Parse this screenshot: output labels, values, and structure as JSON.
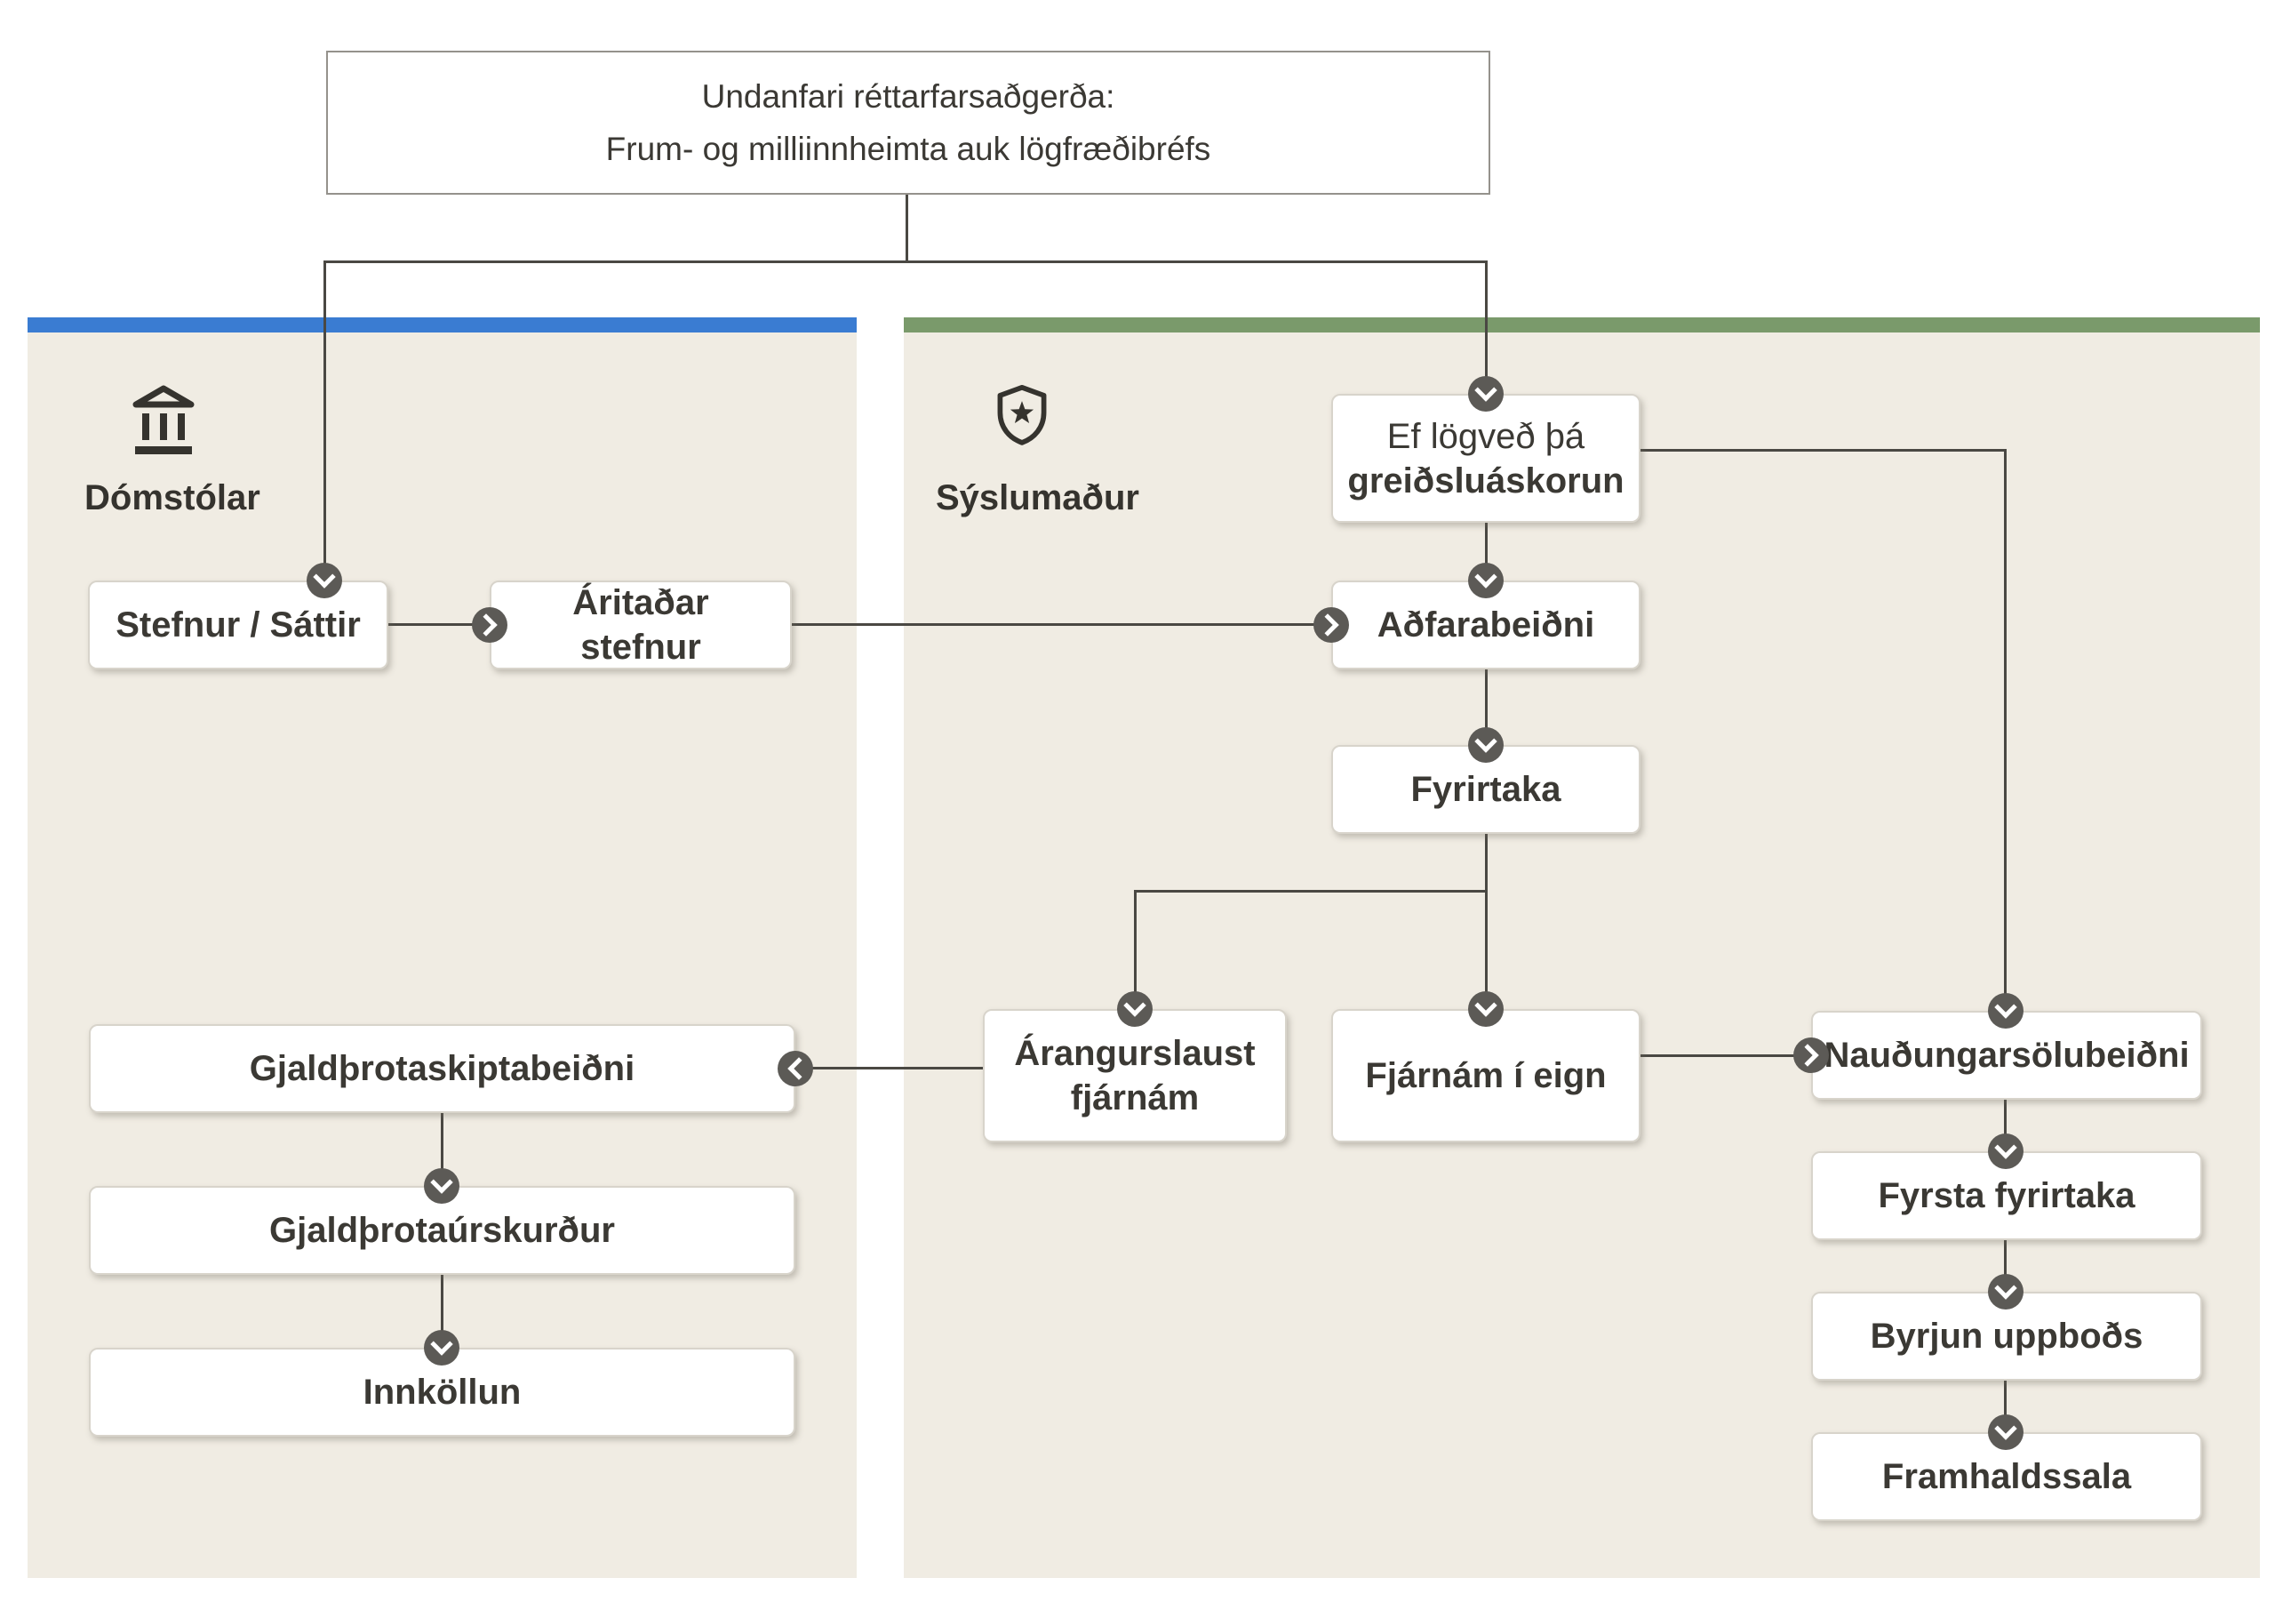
{
  "colors": {
    "panel_bg": "#f0ece3",
    "courts_accent": "#3a7cd2",
    "sheriff_accent": "#7a9a6b",
    "line": "#4a4843",
    "badge": "#5c5a56",
    "text": "#3b3934"
  },
  "title_box": {
    "line1": "Undanfari réttarfarsaðgerða:",
    "line2": "Frum- og milliinnheimta auk lögfræðibréfs"
  },
  "panels": {
    "courts": {
      "label": "Dómstólar",
      "icon": "courthouse-icon"
    },
    "sheriff": {
      "label": "Sýslumaður",
      "icon": "shield-star-icon"
    }
  },
  "nodes": {
    "stefnur": {
      "label": "Stefnur / Sáttir"
    },
    "aritadar": {
      "label": "Áritaðar stefnur"
    },
    "ef_logved": {
      "line1": "Ef lögveð þá",
      "line2": "greiðsluáskorun"
    },
    "adfarabeidni": {
      "label": "Aðfarabeiðni"
    },
    "fyrirtaka": {
      "label": "Fyrirtaka"
    },
    "arangurslaust": {
      "label": "Árangurslaust fjárnám"
    },
    "fjarnam_i_eign": {
      "label": "Fjárnám í eign"
    },
    "gjaldthrotaskiptabeidni": {
      "label": "Gjaldþrotaskiptabeiðni"
    },
    "gjaldthrotaurskurdur": {
      "label": "Gjaldþrotaúrskurður"
    },
    "innkollun": {
      "label": "Innköllun"
    },
    "naudungarsolubeidni": {
      "label": "Nauðungarsölubeiðni"
    },
    "fyrsta_fyrirtaka": {
      "label": "Fyrsta fyrirtaka"
    },
    "byrjun_uppbods": {
      "label": "Byrjun uppboðs"
    },
    "framhaldssala": {
      "label": "Framhaldssala"
    }
  }
}
